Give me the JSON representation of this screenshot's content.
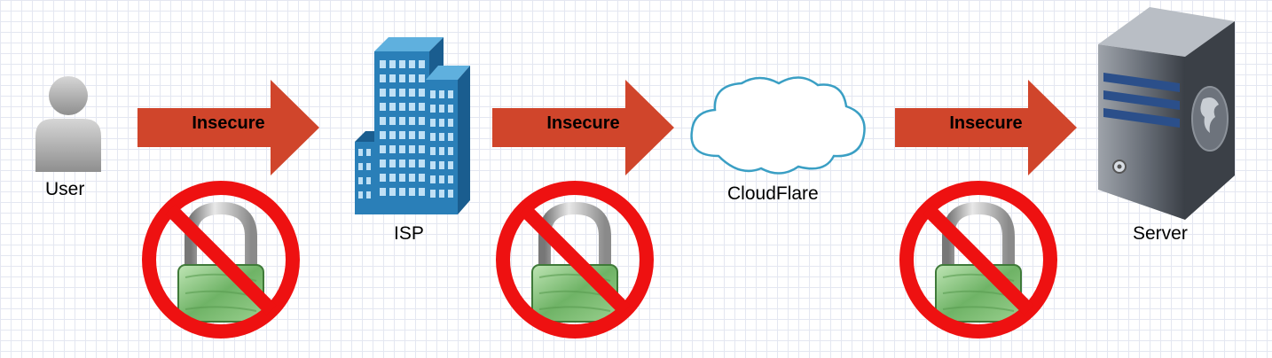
{
  "nodes": {
    "user": {
      "label": "User",
      "icon": "user-icon"
    },
    "isp": {
      "label": "ISP",
      "icon": "building-icon"
    },
    "cloudflare": {
      "label": "CloudFlare",
      "icon": "cloud-icon"
    },
    "server": {
      "label": "Server",
      "icon": "server-icon"
    }
  },
  "connections": [
    {
      "label": "Insecure",
      "icon": "no-lock-icon"
    },
    {
      "label": "Insecure",
      "icon": "no-lock-icon"
    },
    {
      "label": "Insecure",
      "icon": "no-lock-icon"
    }
  ],
  "colors": {
    "arrow": "#d0452b",
    "prohibition": "#ee1111",
    "lock": "#7fbf74",
    "building": "#1f6fa8",
    "cloud_stroke": "#3a9fc4",
    "server": "#4a4f57"
  }
}
